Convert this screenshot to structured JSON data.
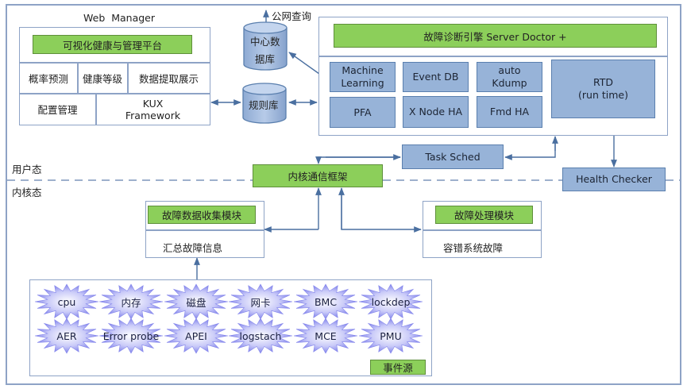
{
  "colors": {
    "frame": "#8ea3c6",
    "green_fill": "#8ccf5a",
    "blue_fill": "#97b3d8",
    "line": "#4a6fa0",
    "burst_fill": "#8d8ff0"
  },
  "web_manager": {
    "title": "Web  Manager",
    "platform": "可视化健康与管理平台",
    "row1": [
      "概率预测",
      "健康等级",
      "数据提取展示"
    ],
    "config": "配置管理",
    "kux": "KUX\nFramework"
  },
  "databases": {
    "public_query": "公网查询",
    "center_db_line1": "中心数",
    "center_db_line2": "据库",
    "rules_db": "规则库"
  },
  "server_doctor": {
    "title": "故障诊断引擎 Server Doctor +",
    "modules": [
      {
        "label": "Machine\nLearning"
      },
      {
        "label": "Event DB"
      },
      {
        "label": "auto\nKdump"
      },
      {
        "label": "PFA"
      },
      {
        "label": "X Node HA"
      },
      {
        "label": "Fmd HA"
      }
    ],
    "rtd_line1": "RTD",
    "rtd_line2": "(run time)"
  },
  "task_sched": "Task Sched",
  "health_checker": "Health Checker",
  "layers": {
    "user_space": "用户态",
    "kernel_space": "内核态"
  },
  "kernel_comm": "内核通信框架",
  "fault_collect": {
    "title": "故障数据收集模块",
    "body": "汇总故障信息"
  },
  "fault_handle": {
    "title": "故障处理模块",
    "body": "容错系统故障"
  },
  "event_sources": {
    "label": "事件源",
    "items": [
      "cpu",
      "内存",
      "磁盘",
      "网卡",
      "BMC",
      "lockdep",
      "AER",
      "Error probe",
      "APEI",
      "logstach",
      "MCE",
      "PMU"
    ]
  }
}
